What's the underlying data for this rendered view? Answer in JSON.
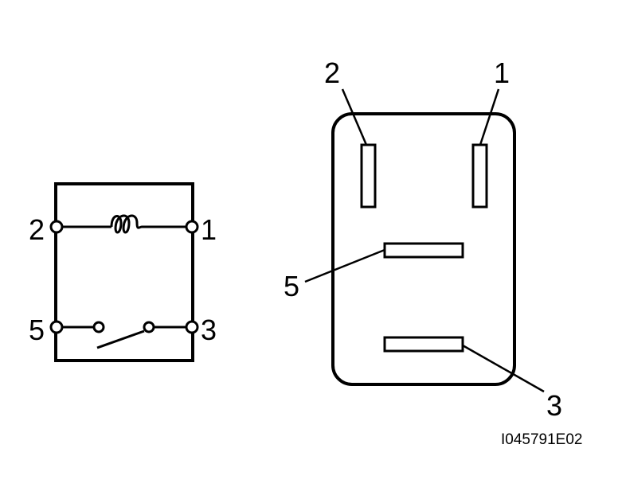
{
  "schematic": {
    "terminals": [
      "2",
      "1",
      "5",
      "3"
    ]
  },
  "connector": {
    "pins": [
      "2",
      "1",
      "5",
      "3"
    ]
  },
  "reference_code": "I045791E02",
  "colors": {
    "line": "#000000",
    "background": "#ffffff"
  }
}
